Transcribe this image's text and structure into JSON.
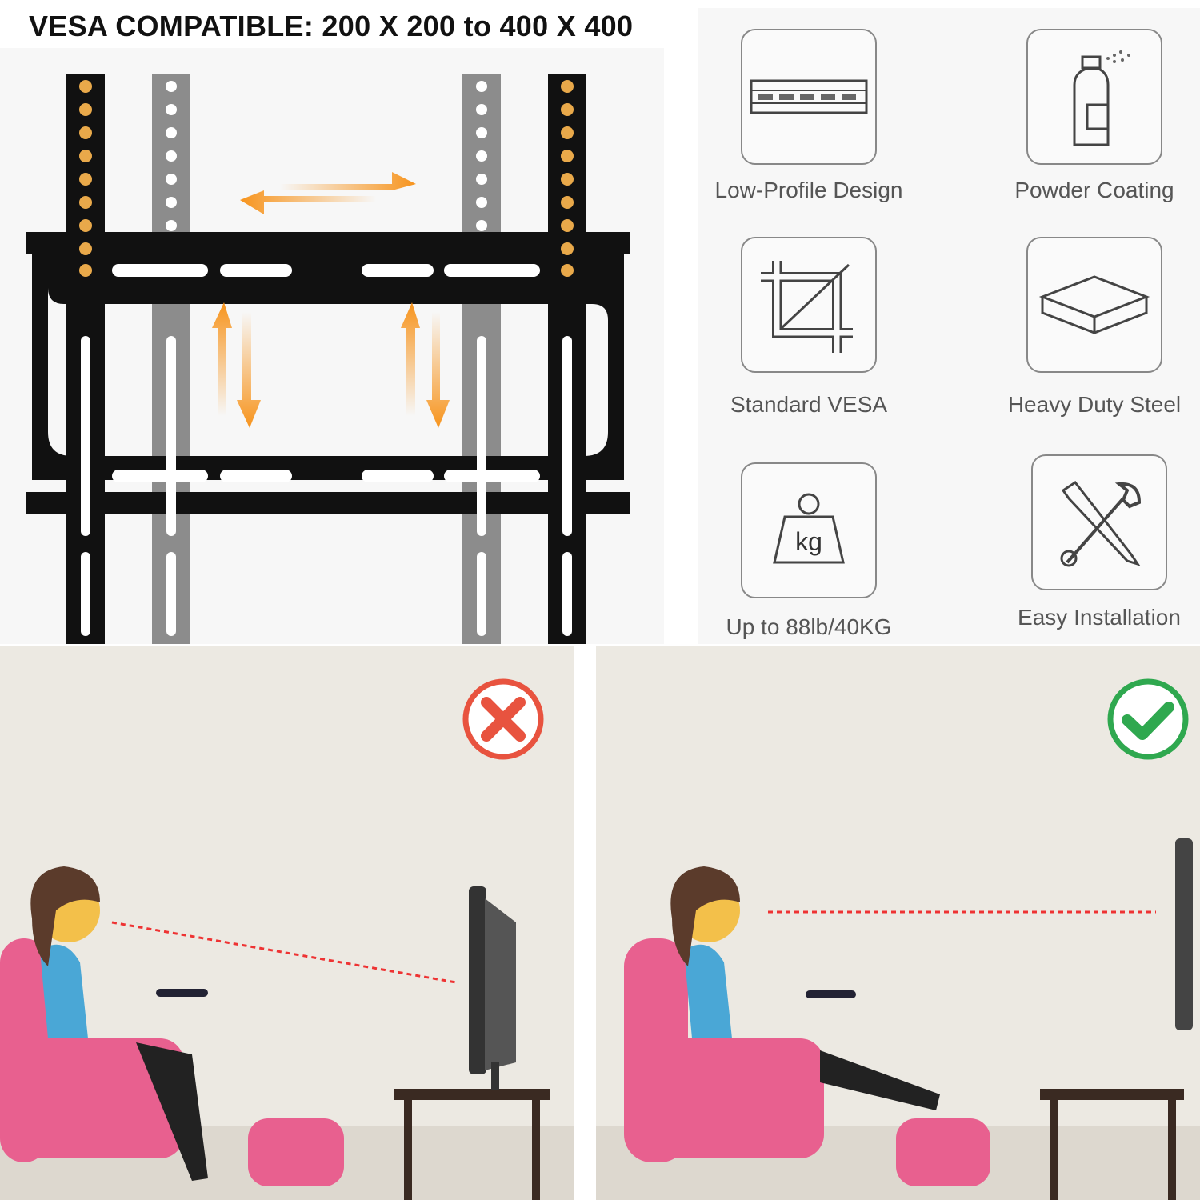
{
  "title": "VESA COMPATIBLE: 200 X 200 to 400 X 400",
  "features": [
    {
      "label": "Low-Profile Design",
      "icon": "low-profile-icon"
    },
    {
      "label": "Powder Coating",
      "icon": "spray-can-icon"
    },
    {
      "label": "Standard VESA",
      "icon": "crop-frame-icon"
    },
    {
      "label": "Heavy Duty Steel",
      "icon": "steel-plate-icon"
    },
    {
      "label": "Up to 88lb/40KG",
      "icon": "weight-icon",
      "icon_text": "kg"
    },
    {
      "label": "Easy Installation",
      "icon": "tools-icon"
    }
  ],
  "scenes": [
    {
      "status": "incorrect",
      "icon": "x-circle-icon",
      "color": "#e8533f"
    },
    {
      "status": "correct",
      "icon": "check-circle-icon",
      "color": "#2fa84f"
    }
  ],
  "colors": {
    "arrow": "#f7941d",
    "chair": "#e8608f"
  }
}
